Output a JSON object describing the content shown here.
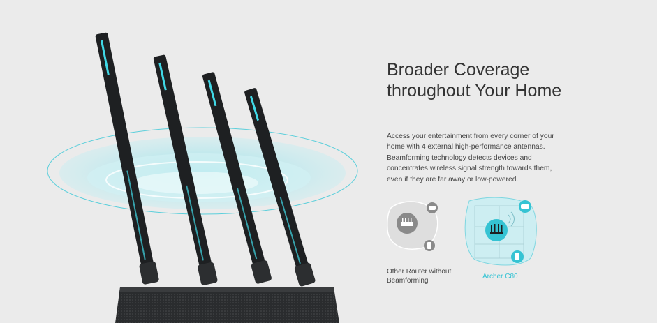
{
  "heading": "Broader Coverage throughout Your Home",
  "description": "Access your entertainment from every corner of your home with 4 external high-performance antennas. Beamforming technology detects devices and concentrates wireless signal strength towards them, even if they are far away or low-powered.",
  "comparison": {
    "other": {
      "label": "Other Router without Beamforming"
    },
    "archer": {
      "label": "Archer C80"
    }
  },
  "colors": {
    "accent": "#35c3d3",
    "background": "#ebebeb"
  }
}
